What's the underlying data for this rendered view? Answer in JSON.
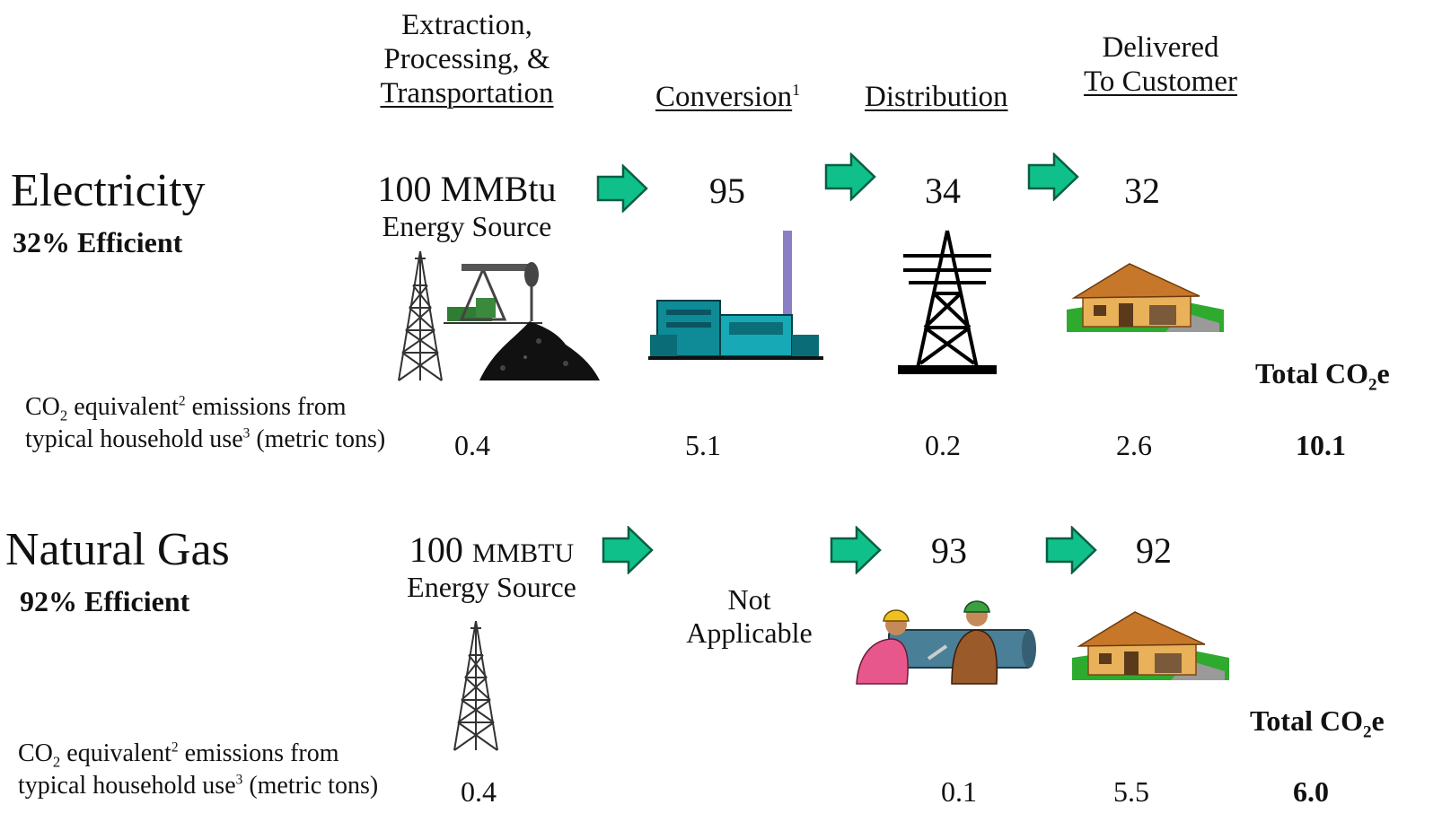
{
  "headers": {
    "extraction": [
      "Extraction,",
      "Processing, &",
      "Transportation"
    ],
    "conversion": "Conversion",
    "conversion_note": "1",
    "distribution": "Distribution",
    "delivered": [
      "Delivered",
      "To Customer"
    ]
  },
  "emissions_label": {
    "co": "CO",
    "sub": "2",
    "equivalent": " equivalent",
    "note2": "2",
    "from": " emissions from",
    "typical": "typical household use",
    "note3": "3",
    "units": " (metric tons)"
  },
  "total_label": {
    "text": "Total CO",
    "sub": "2",
    "suffix": "e"
  },
  "electricity": {
    "name": "Electricity",
    "efficiency": "32% Efficient",
    "source_amount": "100 MMBtu",
    "source_label": "Energy Source",
    "conversion": "95",
    "distribution": "34",
    "delivered": "32",
    "emissions": {
      "extraction": "0.4",
      "conversion": "5.1",
      "distribution": "0.2",
      "delivered": "2.6",
      "total": "10.1"
    }
  },
  "natural_gas": {
    "name": "Natural Gas",
    "efficiency": "92% Efficient",
    "source_amount_num": "100 ",
    "source_amount_unit": "MMBTU",
    "source_label": "Energy Source",
    "conversion_na": [
      "Not",
      "Applicable"
    ],
    "distribution": "93",
    "delivered": "92",
    "emissions": {
      "extraction": "0.4",
      "distribution": "0.1",
      "delivered": "5.5",
      "total": "6.0"
    }
  },
  "colors": {
    "arrow_fill": "#10c08a",
    "arrow_stroke": "#0a5e44"
  },
  "icons": [
    "oil-derrick-icon",
    "pumpjack-icon",
    "coal-pile-icon",
    "power-plant-icon",
    "transmission-tower-icon",
    "house-icon",
    "gas-workers-icon"
  ]
}
